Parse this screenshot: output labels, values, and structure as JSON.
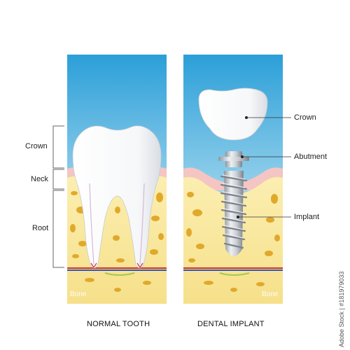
{
  "labels": {
    "left": {
      "crown": "Crown",
      "neck": "Neck",
      "root": "Root"
    },
    "right": {
      "crown": "Crown",
      "abutment": "Abutment",
      "implant": "Implant"
    }
  },
  "panels": {
    "left": {
      "caption": "NORMAL TOOTH",
      "bone": "Bone"
    },
    "right": {
      "caption": "DENTAL IMPLANT",
      "bone": "Bone"
    }
  },
  "watermark": "Adobe Stock | #181979033",
  "colors": {
    "sky_top": "#2b9fd8",
    "sky_bottom": "#eaf6fb",
    "gum": "#f4c5c3",
    "bone": "#f8e79a",
    "bone_spot": "#e0a92b",
    "tooth": "#ffffff",
    "implant_metal": "#b8bcc2",
    "artery": "#d32f2f",
    "vein": "#2d58b8",
    "nerve": "#a6c94d"
  }
}
